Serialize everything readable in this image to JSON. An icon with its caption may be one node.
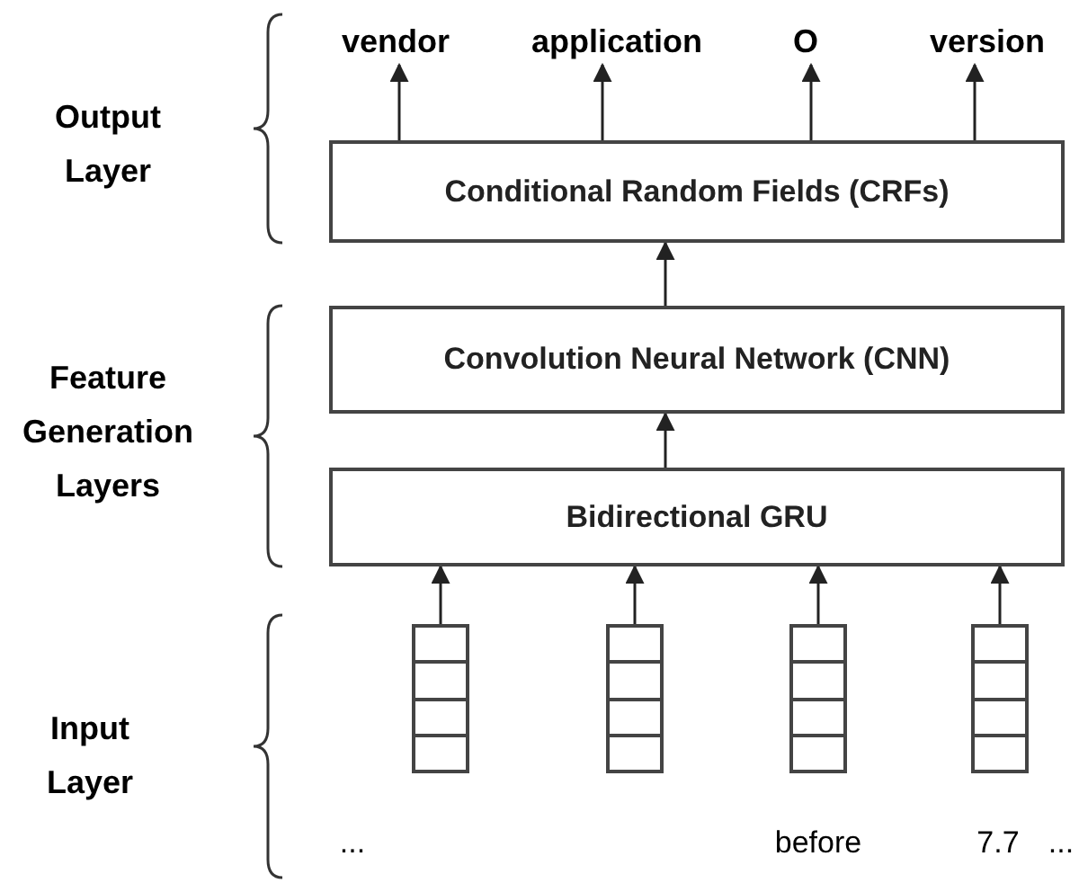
{
  "diagram": {
    "nodes": [
      {
        "text": [
          "vendor"
        ]
      },
      {
        "text": [
          "application"
        ]
      },
      {
        "text": [
          "O"
        ]
      },
      {
        "text": [
          "version"
        ]
      },
      {
        "text": [
          "Conditional Random Fields (CRFs)"
        ]
      },
      {
        "text": [
          "Convolution Neural Network (CNN)"
        ]
      },
      {
        "text": [
          "Bidirectional GRU"
        ]
      },
      {
        "text": [],
        "shape": "box"
      },
      {
        "text": [],
        "shape": "box"
      },
      {
        "text": [],
        "shape": "box"
      },
      {
        "text": [],
        "shape": "box"
      }
    ],
    "edges": [
      {
        "from": 4,
        "to": 0,
        "arrow": "to"
      },
      {
        "from": 4,
        "to": 1,
        "arrow": "to"
      },
      {
        "from": 4,
        "to": 2,
        "arrow": "to"
      },
      {
        "from": 4,
        "to": 3,
        "arrow": "to"
      },
      {
        "from": 5,
        "to": 4,
        "arrow": "to"
      },
      {
        "from": 6,
        "to": 5,
        "arrow": "to"
      },
      {
        "from": 7,
        "to": 6,
        "arrow": "to"
      },
      {
        "from": 8,
        "to": 6,
        "arrow": "to"
      },
      {
        "from": 9,
        "to": 6,
        "arrow": "to"
      },
      {
        "from": 10,
        "to": 6,
        "arrow": "to"
      }
    ],
    "labels": [
      "Output Layer",
      "Feature Generation Layers",
      "Input Layer",
      "...",
      "before",
      "7.7",
      "..."
    ]
  }
}
